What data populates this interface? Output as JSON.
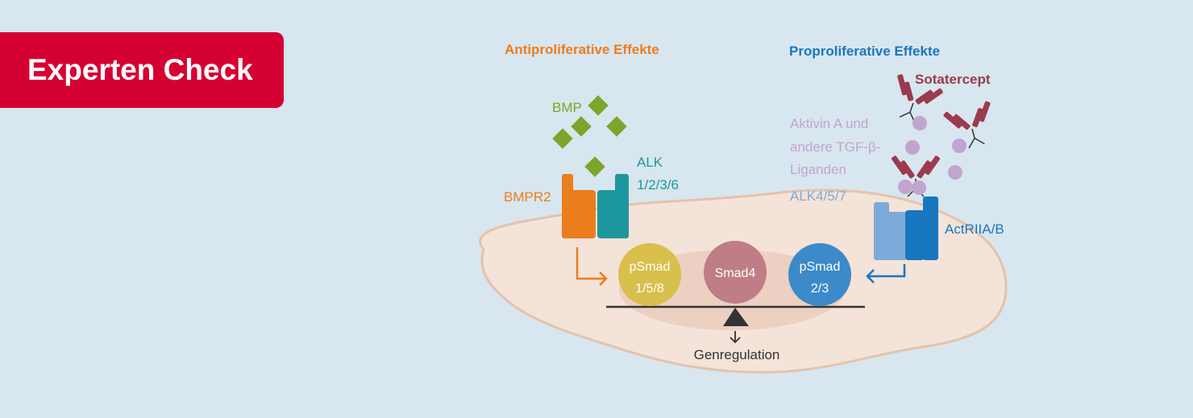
{
  "badge": {
    "label": "Experten Check",
    "color": "#d50032"
  },
  "diagram": {
    "anti_heading": "Antiproliferative Effekte",
    "pro_heading": "Proproliferative Effekte",
    "bmp_label": "BMP",
    "alk_line1": "ALK",
    "alk_line2": "1/2/3/6",
    "bmpr2_label": "BMPR2",
    "sotatercept_label": "Sotatercept",
    "activin_line1": "Aktivin A und",
    "activin_line2": "andere TGF-β-",
    "activin_line3": "Liganden",
    "alk457_label": "ALK4/5/7",
    "actriia_label": "ActRIIA/B",
    "psmad158_line1": "pSmad",
    "psmad158_line2": "1/5/8",
    "smad4_label": "Smad4",
    "psmad23_line1": "pSmad",
    "psmad23_line2": "2/3",
    "genregulation_label": "Genregulation"
  },
  "colors": {
    "background": "#d8e6ef",
    "anti": "#ec7d1c",
    "pro": "#1877be",
    "bmp_green": "#7ba62b",
    "teal": "#1d979e",
    "sotatercept": "#9c3a4e",
    "ligand": "#c2a5cf",
    "light_blue": "#7eaadb",
    "cell": "#f4e3d8",
    "cell_border": "#e4c3ab",
    "psmad158": "#d9bf4b",
    "smad4": "#bf7d86",
    "psmad23": "#3c8ac9"
  }
}
